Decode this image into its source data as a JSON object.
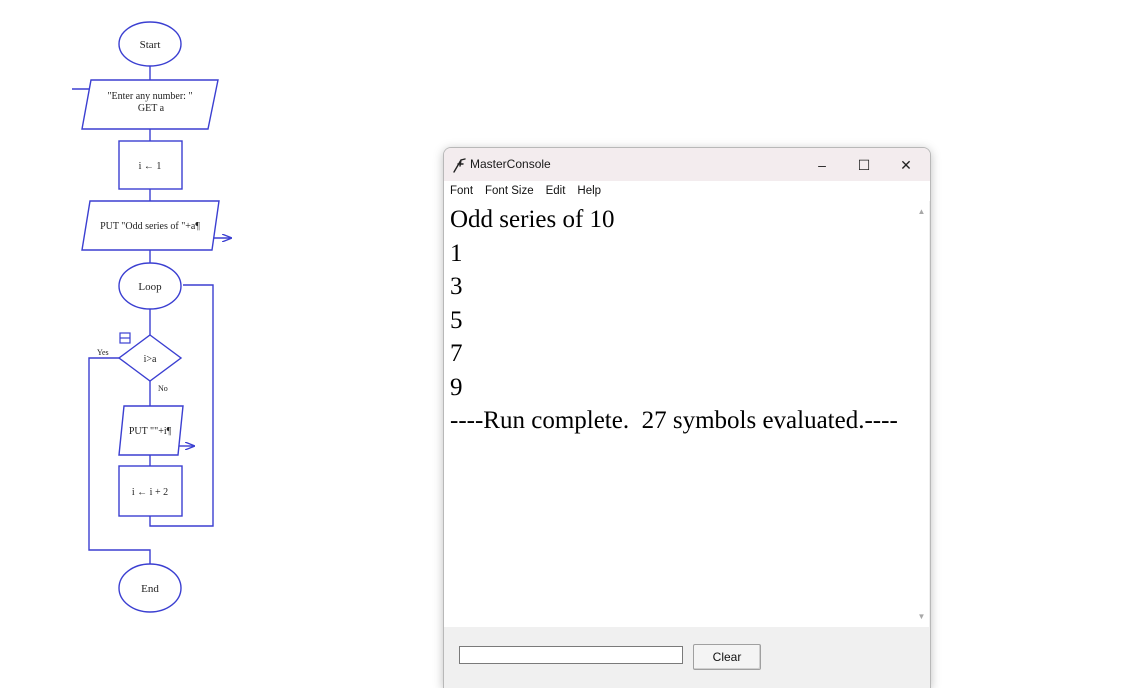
{
  "flowchart": {
    "start": "Start",
    "input_prompt": "\"Enter any number: \"",
    "input_get": "GET a",
    "init": "i ← 1",
    "put_header": "PUT \"Odd series of \"+a¶",
    "loop": "Loop",
    "condition": "i>a",
    "yes_label": "Yes",
    "no_label": "No",
    "put_value": "PUT \"\"+i¶",
    "increment": "i ← i + 2",
    "end": "End"
  },
  "console": {
    "title": "MasterConsole",
    "window_controls": {
      "minimize": "–",
      "maximize": "☐",
      "close": "✕"
    },
    "menu": [
      "Font",
      "Font Size",
      "Edit",
      "Help"
    ],
    "output_lines": [
      "Odd series of 10",
      "1",
      "3",
      "5",
      "7",
      "9",
      "----Run complete.  27 symbols evaluated.----"
    ],
    "input_value": "",
    "clear_label": "Clear"
  },
  "colors": {
    "flowchart_stroke": "#3b3fd1",
    "titlebar_bg": "#f3ecee",
    "window_bg": "#f0f0f0"
  }
}
